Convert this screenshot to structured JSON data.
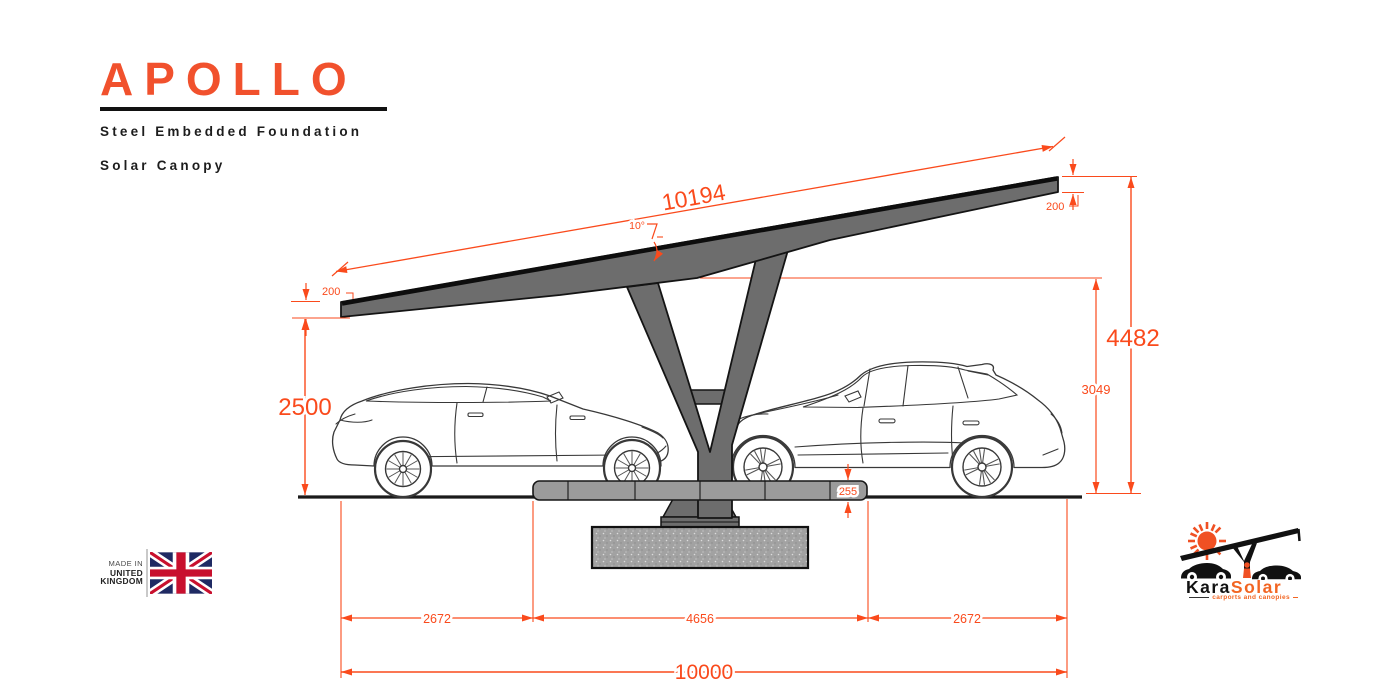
{
  "header": {
    "title": "APOLLO",
    "subtitle_line1": "Steel Embedded Foundation",
    "subtitle_line2": "Solar Canopy"
  },
  "drawing": {
    "dimensions": {
      "roof_length": "10194",
      "roof_angle": "10°",
      "panel_edge_left": "200",
      "panel_edge_right": "200",
      "clearance_front": "2500",
      "overall_height": "4482",
      "clearance_under_frame": "3049",
      "kerb_height": "255",
      "bay_left": "2672",
      "bay_center": "4656",
      "bay_right": "2672",
      "overall_width": "10000"
    }
  },
  "footer": {
    "made_in": {
      "line1": "MADE IN",
      "line2": "UNITED",
      "line3": "KINGDOM"
    },
    "logo": {
      "brand_black": "Kara",
      "brand_orange": "Solar",
      "tagline": "carports and canopies"
    }
  },
  "colors": {
    "accent_dimension": "#FA4A1C",
    "title_orange": "#F1512D",
    "structure_gray": "#6D6D6D",
    "plinth_gray": "#9B9B9B",
    "flag_blue": "#1F2A63",
    "flag_red": "#C8102E",
    "logo_orange": "#F26522"
  }
}
